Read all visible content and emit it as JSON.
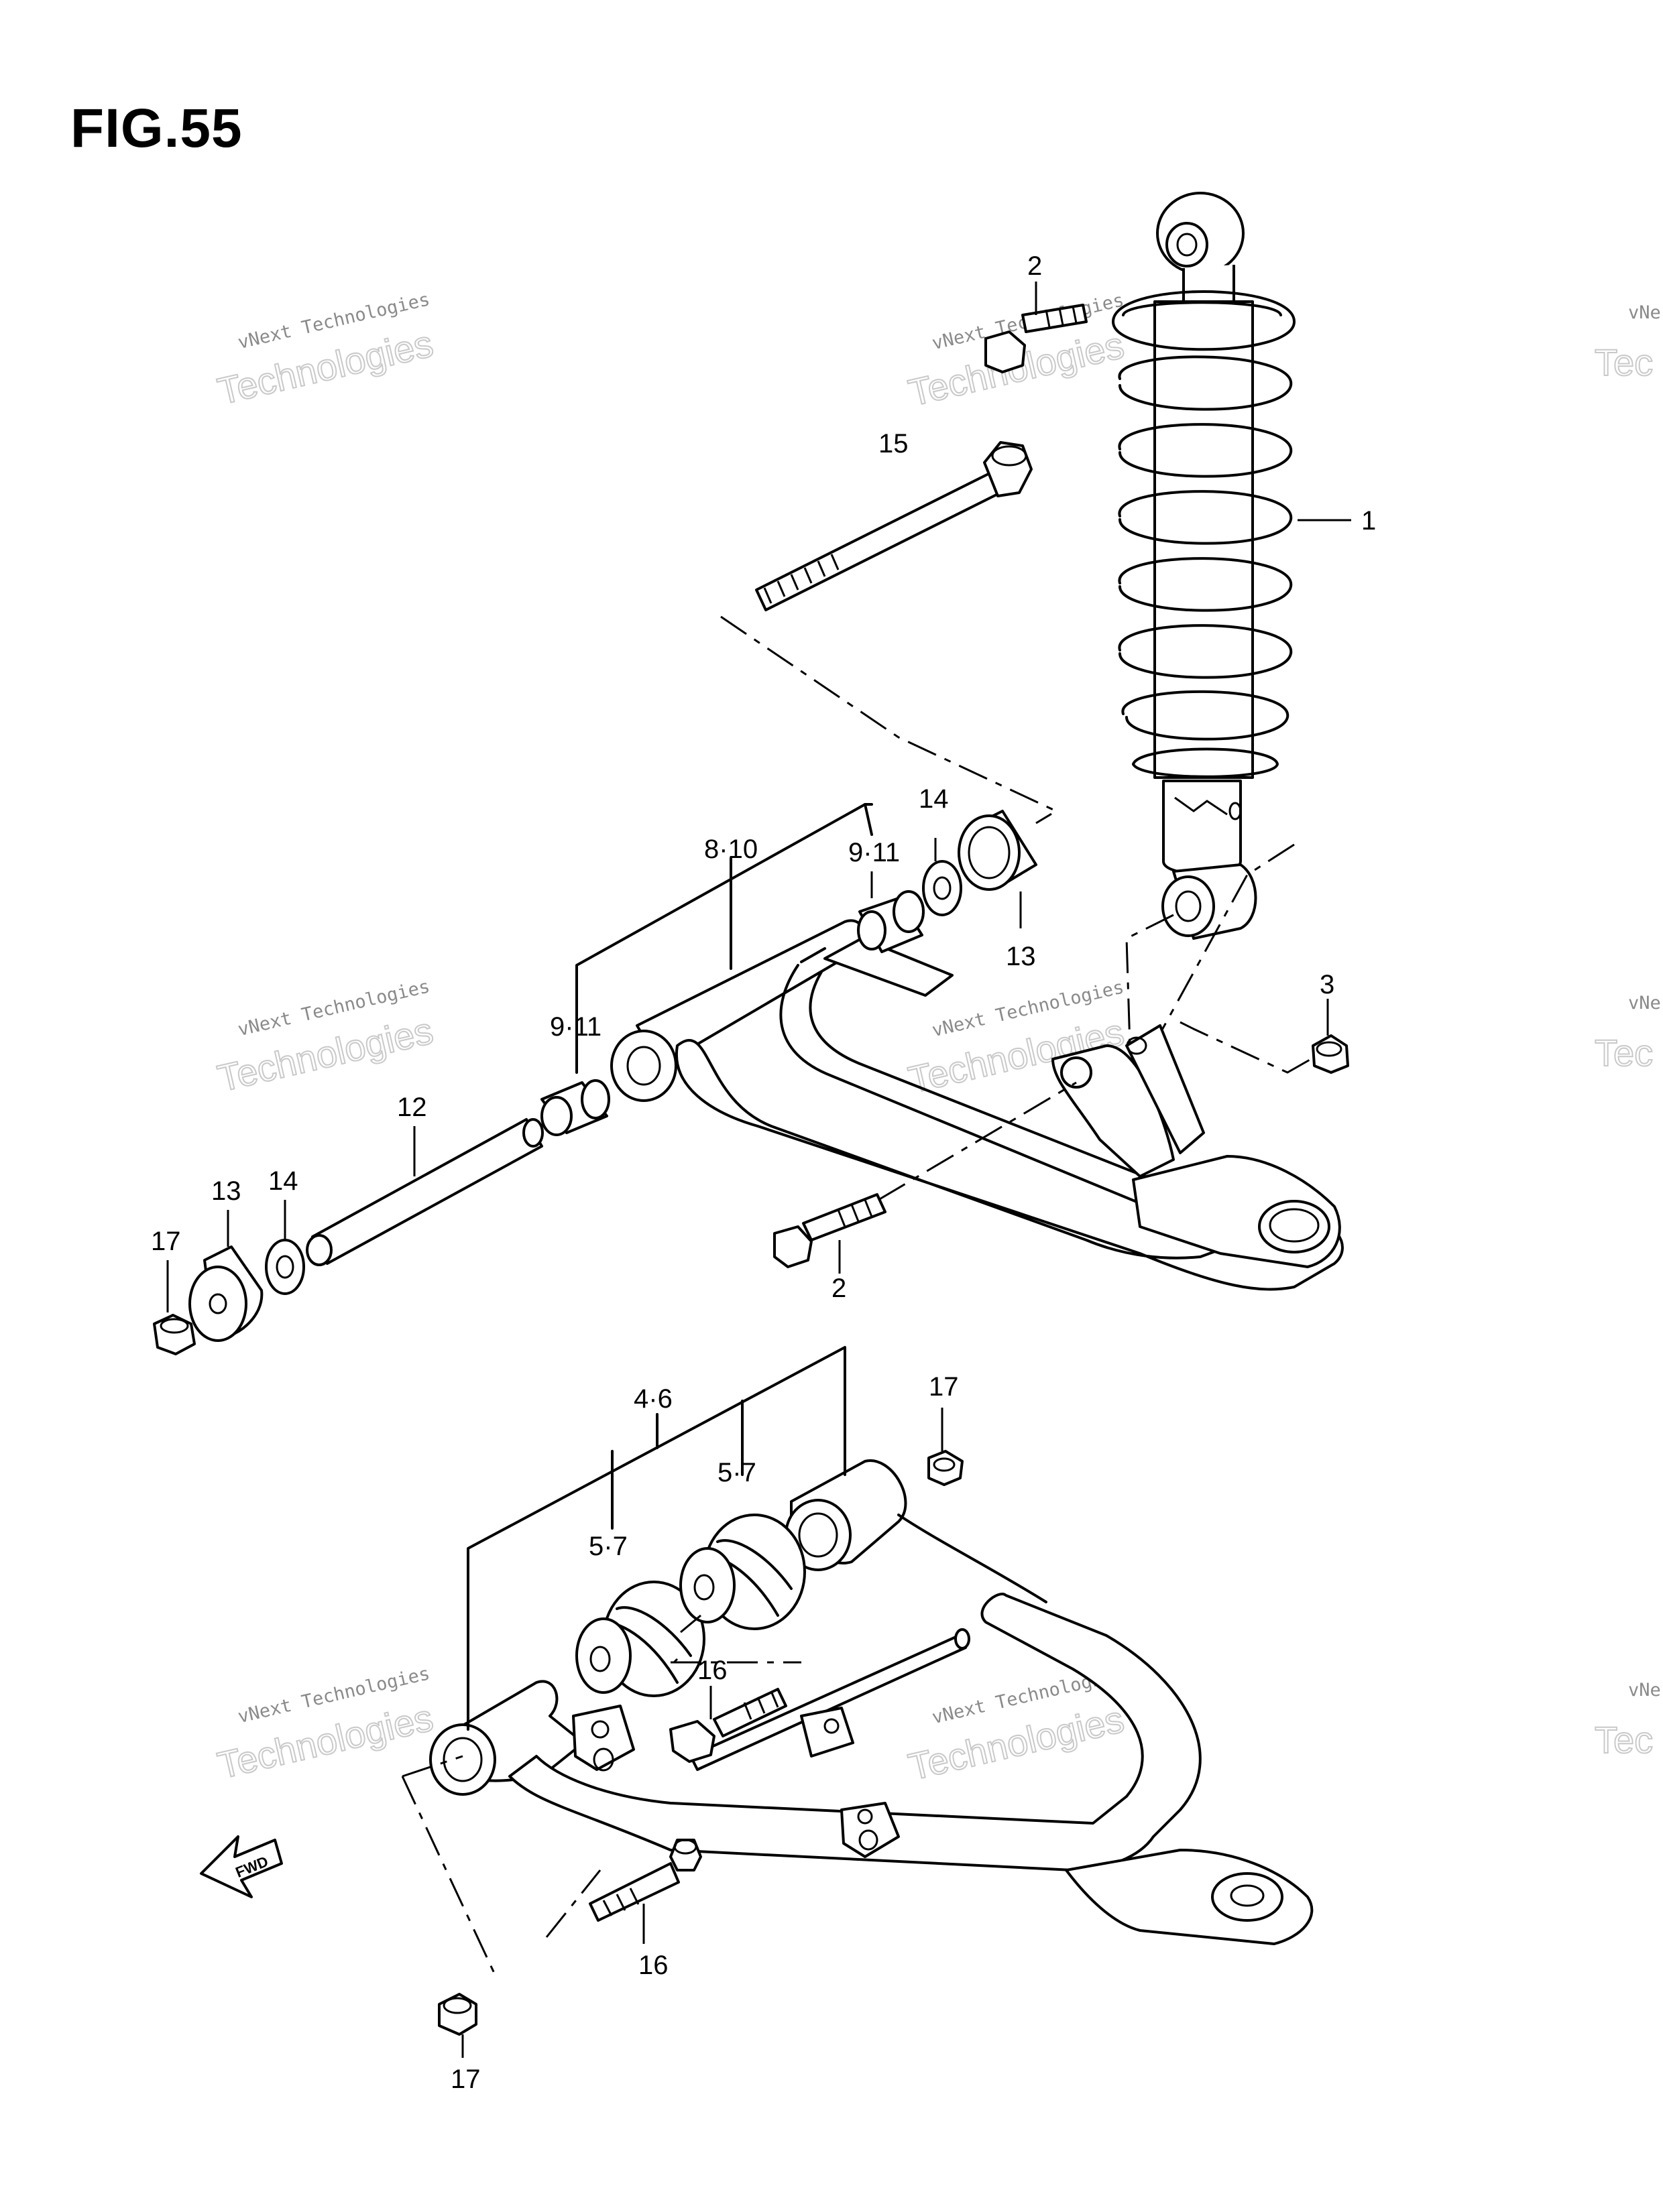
{
  "figure": {
    "title": "FIG.55"
  },
  "watermark": {
    "line1": "vNext Technologies",
    "line2": "Technologies"
  },
  "callouts": {
    "c1": "1",
    "c2a": "2",
    "c2b": "2",
    "c3": "3",
    "c46": "4·6",
    "c57a": "5·7",
    "c57b": "5·7",
    "c810": "8·10",
    "c911a": "9·11",
    "c911b": "9·11",
    "c12": "12",
    "c13a": "13",
    "c13b": "13",
    "c14a": "14",
    "c14b": "14",
    "c15": "15",
    "c16a": "16",
    "c16b": "16",
    "c17a": "17",
    "c17b": "17",
    "c17c": "17"
  },
  "fwd_arrow": {
    "text": "FWD"
  }
}
